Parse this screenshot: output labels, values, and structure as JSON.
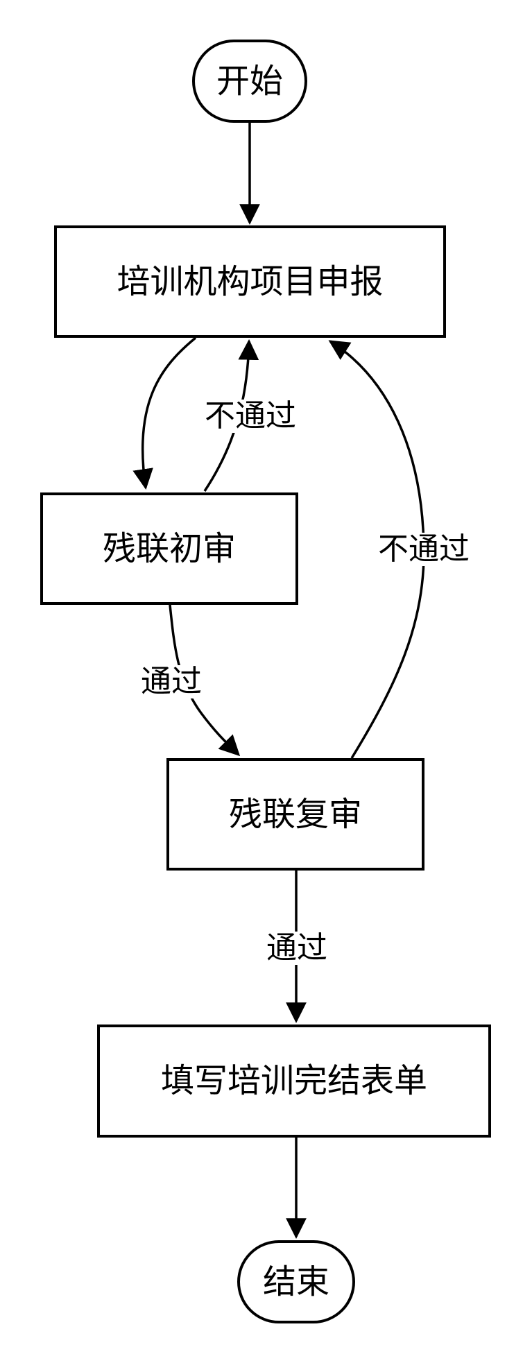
{
  "diagram": {
    "title": "training-project-approval-flowchart",
    "background_color": "#ffffff",
    "stroke_color": "#000000",
    "nodes": [
      {
        "id": "start",
        "type": "terminal",
        "label": "开始"
      },
      {
        "id": "apply",
        "type": "process",
        "label": "培训机构项目申报"
      },
      {
        "id": "first_review",
        "type": "process",
        "label": "残联初审"
      },
      {
        "id": "second_review",
        "type": "process",
        "label": "残联复审"
      },
      {
        "id": "completion_form",
        "type": "process",
        "label": "填写培训完结表单"
      },
      {
        "id": "end",
        "type": "terminal",
        "label": "结束"
      }
    ],
    "edges": [
      {
        "from": "start",
        "to": "apply",
        "label": ""
      },
      {
        "from": "apply",
        "to": "first_review",
        "label": ""
      },
      {
        "from": "first_review",
        "to": "apply",
        "label": "不通过"
      },
      {
        "from": "first_review",
        "to": "second_review",
        "label": "通过"
      },
      {
        "from": "second_review",
        "to": "apply",
        "label": "不通过"
      },
      {
        "from": "second_review",
        "to": "completion_form",
        "label": "通过"
      },
      {
        "from": "completion_form",
        "to": "end",
        "label": ""
      }
    ]
  }
}
